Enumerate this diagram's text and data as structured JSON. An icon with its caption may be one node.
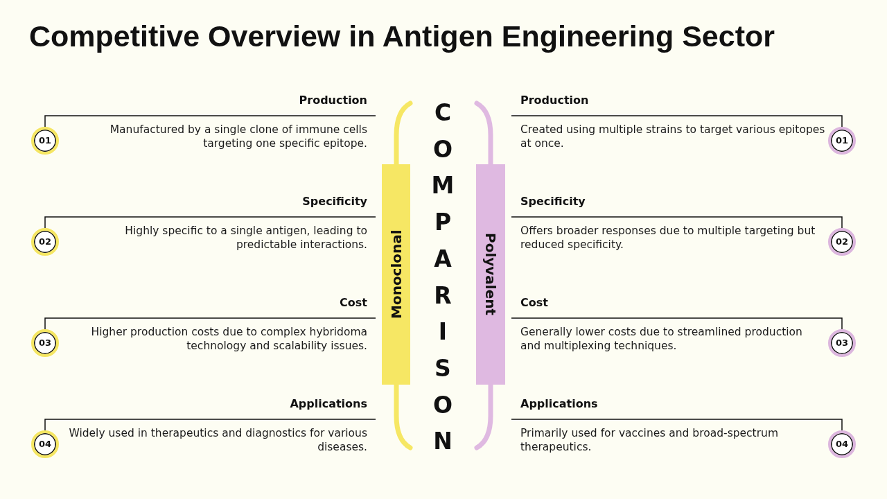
{
  "diagram": {
    "title": "Competitive Overview in Antigen Engineering Sector",
    "nodes": [
      {
        "text": [
          "01"
        ]
      },
      {
        "text": [
          "Production",
          "Manufactured by a single clone of immune cells targeting one specific epitope."
        ]
      },
      {
        "text": [
          "02"
        ]
      },
      {
        "text": [
          "Specificity",
          "Highly specific to a single antigen, leading to predictable interactions."
        ]
      },
      {
        "text": [
          "03"
        ]
      },
      {
        "text": [
          "Cost",
          "Higher production costs due to complex hybridoma technology and scalability issues."
        ]
      },
      {
        "text": [
          "04"
        ]
      },
      {
        "text": [
          "Applications",
          "Widely used in therapeutics and diagnostics for various diseases."
        ]
      },
      {
        "text": [
          "Monoclonal"
        ]
      },
      {
        "text": [
          "Polyvalent"
        ]
      },
      {
        "text": [
          "Production",
          "Created using multiple strains to target various epitopes at once."
        ]
      },
      {
        "text": [
          "01"
        ]
      },
      {
        "text": [
          "Specificity",
          "Offers broader responses due to multiple targeting but reduced specificity."
        ]
      },
      {
        "text": [
          "02"
        ]
      },
      {
        "text": [
          "Cost",
          "Generally lower costs due to streamlined production and multiplexing techniques."
        ]
      },
      {
        "text": [
          "03"
        ]
      },
      {
        "text": [
          "Applications",
          "Primarily used for vaccines and broad-spectrum therapeutics."
        ]
      },
      {
        "text": [
          "04"
        ]
      }
    ],
    "edges": [
      {
        "from": 0,
        "to": 1,
        "arrow": "none"
      },
      {
        "from": 2,
        "to": 3,
        "arrow": "none"
      },
      {
        "from": 4,
        "to": 5,
        "arrow": "none"
      },
      {
        "from": 6,
        "to": 7,
        "arrow": "none"
      },
      {
        "from": 11,
        "to": 10,
        "arrow": "none"
      },
      {
        "from": 13,
        "to": 12,
        "arrow": "none"
      },
      {
        "from": 15,
        "to": 14,
        "arrow": "none"
      },
      {
        "from": 17,
        "to": 16,
        "arrow": "none"
      }
    ],
    "labels": [
      "COMPARISON"
    ]
  }
}
